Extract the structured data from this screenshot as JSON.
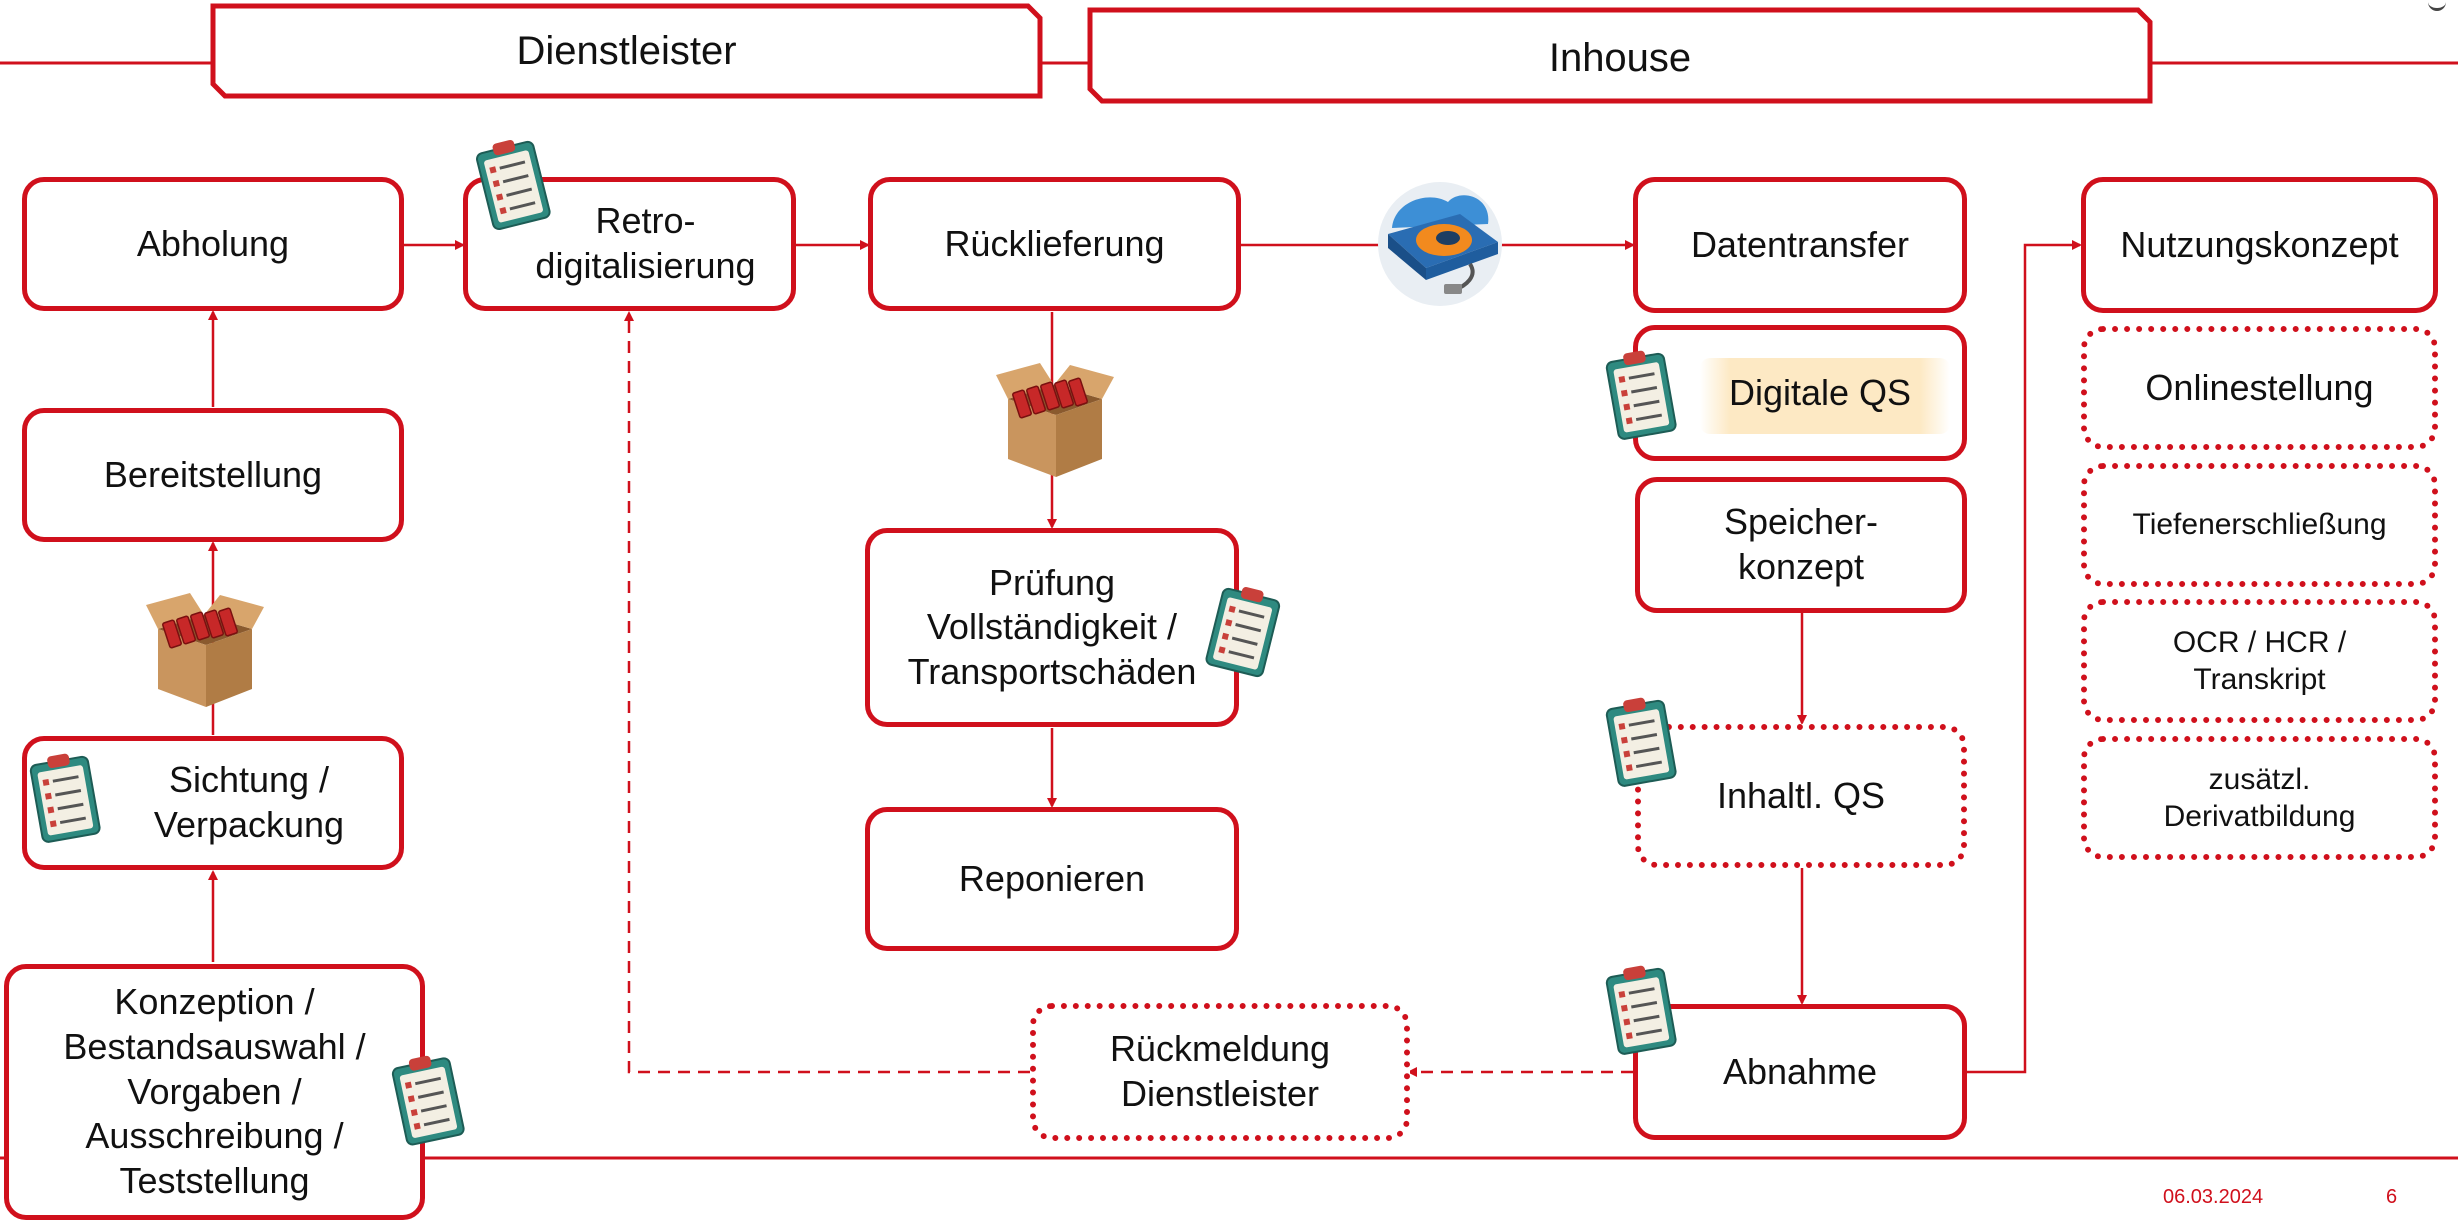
{
  "header": {
    "left": "Dienstleister",
    "right": "Inhouse"
  },
  "nodes": {
    "abholung": "Abholung",
    "bereitstellung": "Bereitstellung",
    "sichtung": "Sichtung /\nVerpackung",
    "konzeption": "Konzeption /\nBestandsauswahl /\nVorgaben /\nAusschreibung /\nTeststellung",
    "retro": "Retro-\ndigitalisierung",
    "ruecklieferung": "Rücklieferung",
    "pruefung": "Prüfung\nVollständigkeit /\nTransportschäden",
    "reponieren": "Reponieren",
    "rueckmeldung": "Rückmeldung\nDienstleister",
    "datentransfer": "Datentransfer",
    "digitale_qs": "Digitale QS",
    "speicher": "Speicher-\nkonzept",
    "inhaltl_qs": "Inhaltl. QS",
    "abnahme": "Abnahme",
    "nutzungskonzept": "Nutzungskonzept",
    "onlinestellung": "Onlinestellung",
    "tiefenerschliessung": "Tiefenerschließung",
    "ocr": "OCR / HCR /\nTranskript",
    "derivate": "zusätzl.\nDerivatbildung"
  },
  "icons": {
    "checklist": "clipboard-checklist-icon",
    "box": "archive-box-icon",
    "storage": "hard-drive-icon"
  },
  "footer": {
    "date": "06.03.2024",
    "page": "6"
  },
  "colors": {
    "accent": "#d0101c",
    "highlight": "#fde9c4"
  }
}
